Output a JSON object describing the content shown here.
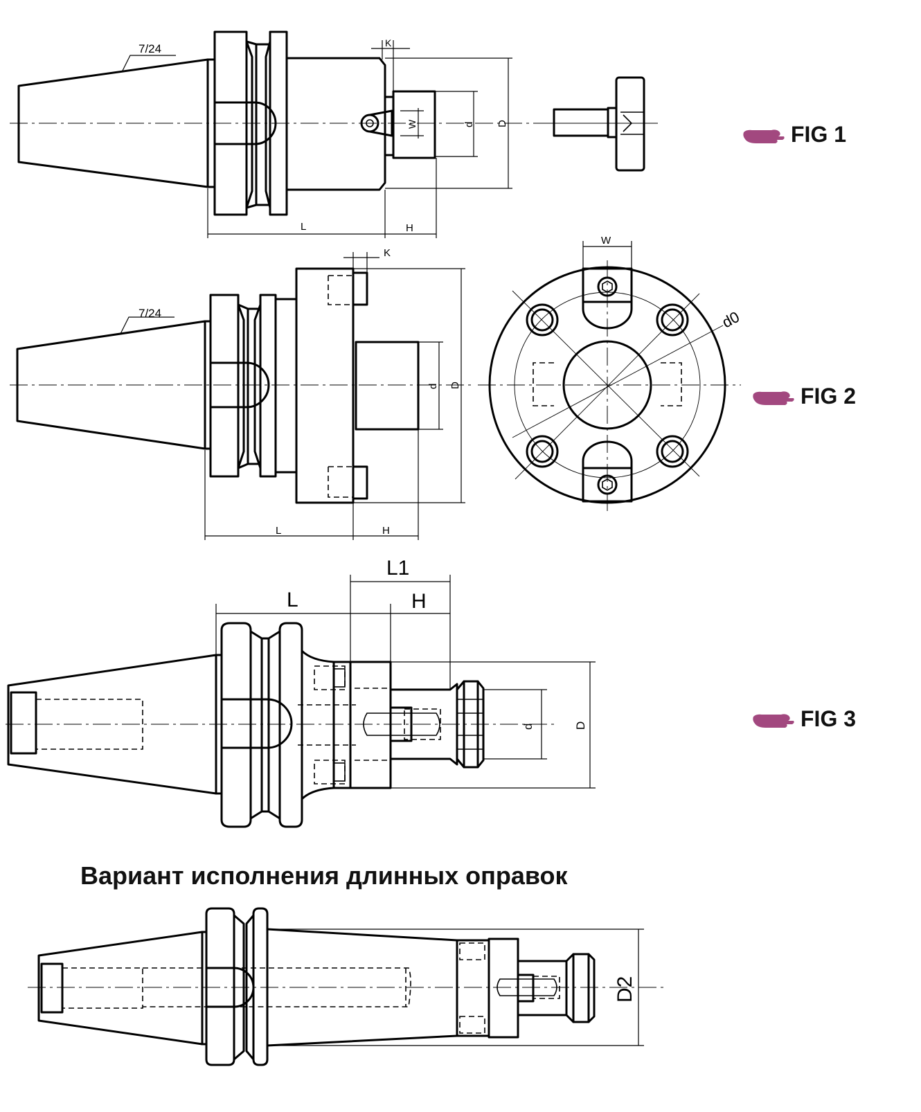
{
  "figures": {
    "fig1": {
      "label": "FIG 1",
      "taper": "7/24",
      "dims": {
        "K": "K",
        "W": "W",
        "d": "d",
        "D": "D",
        "L": "L",
        "H": "H"
      }
    },
    "fig2": {
      "label": "FIG 2",
      "taper": "7/24",
      "dims": {
        "K": "K",
        "d": "d",
        "D": "D",
        "L": "L",
        "H": "H",
        "W": "W",
        "d0": "d0"
      }
    },
    "fig3": {
      "label": "FIG 3",
      "dims": {
        "L1": "L1",
        "L": "L",
        "H": "H",
        "d": "d",
        "D": "D"
      }
    },
    "long": {
      "caption": "Вариант исполнения длинных оправок",
      "dims": {
        "D2": "D2"
      }
    }
  },
  "colors": {
    "pointer_hand": "#a2487f",
    "lines": "#000000"
  },
  "icons": {
    "pointer": "pointing-hand-icon"
  }
}
